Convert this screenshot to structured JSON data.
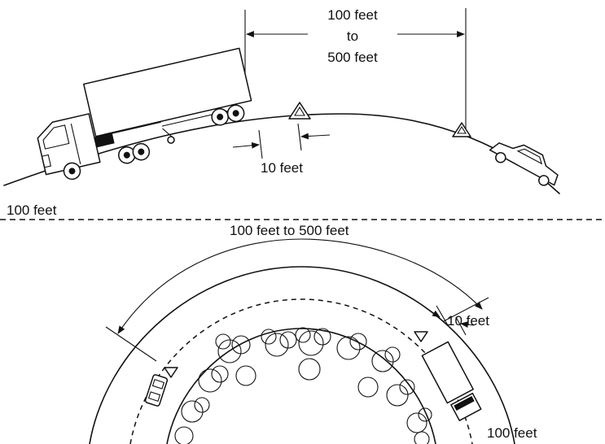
{
  "top": {
    "span_label_line1": "100 feet",
    "span_label_line2": "to",
    "span_label_line3": "500 feet",
    "gap_label": "10 feet",
    "corner_label": "100 feet"
  },
  "bottom": {
    "arc_label": "100 feet to 500 feet",
    "gap_label": "10 feet",
    "behind_label": "100 feet"
  }
}
